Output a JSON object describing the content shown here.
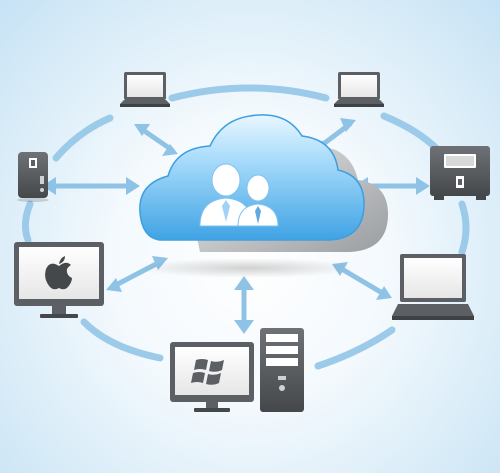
{
  "diagram": {
    "type": "cloud-network",
    "center": {
      "icon": "cloud-users-icon",
      "people": 2
    },
    "devices": [
      {
        "id": "laptop-top-left",
        "icon": "laptop-icon"
      },
      {
        "id": "laptop-top-right",
        "icon": "laptop-icon"
      },
      {
        "id": "server-small-left",
        "icon": "server-icon"
      },
      {
        "id": "server-box-right",
        "icon": "server-icon"
      },
      {
        "id": "mac-monitor-left",
        "icon": "apple-monitor-icon"
      },
      {
        "id": "laptop-right",
        "icon": "laptop-icon"
      },
      {
        "id": "windows-pc-bottom",
        "icon": "windows-desktop-icon"
      }
    ],
    "colors": {
      "ring": "#9ccbea",
      "arrow": "#8fc3e6",
      "cloud": "#5eb8ef",
      "device": "#5c5f63",
      "screen": "#ffffff"
    }
  }
}
